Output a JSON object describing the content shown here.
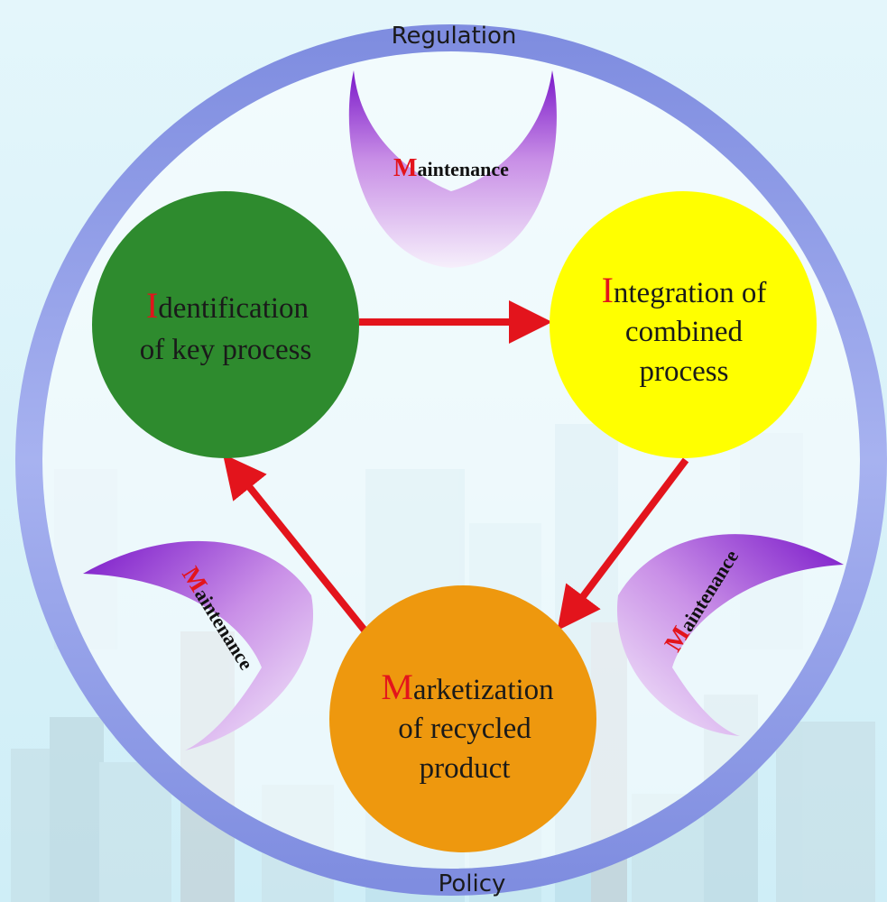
{
  "outer_ring": {
    "top_label": "Regulation",
    "bottom_label": "Policy"
  },
  "nodes": [
    {
      "id": "identification",
      "initial": "I",
      "line1_rest": "dentification",
      "line2": "of key process",
      "line3": "",
      "color": "#2e8b2e"
    },
    {
      "id": "integration",
      "initial": "I",
      "line1_rest": "ntegration of",
      "line2": "combined",
      "line3": "process",
      "color": "#ffff00"
    },
    {
      "id": "marketization",
      "initial": "M",
      "line1_rest": "arketization",
      "line2": "of recycled",
      "line3": "product",
      "color": "#ee980e"
    }
  ],
  "maintenance": {
    "initial": "M",
    "rest": "aintenance"
  },
  "colors": {
    "ring": "#8c9ae6",
    "arrow": "#e3141c",
    "crescent_dark": "#7a18c9",
    "crescent_light": "#f4ecfb",
    "accent_text": "#e3141c"
  }
}
